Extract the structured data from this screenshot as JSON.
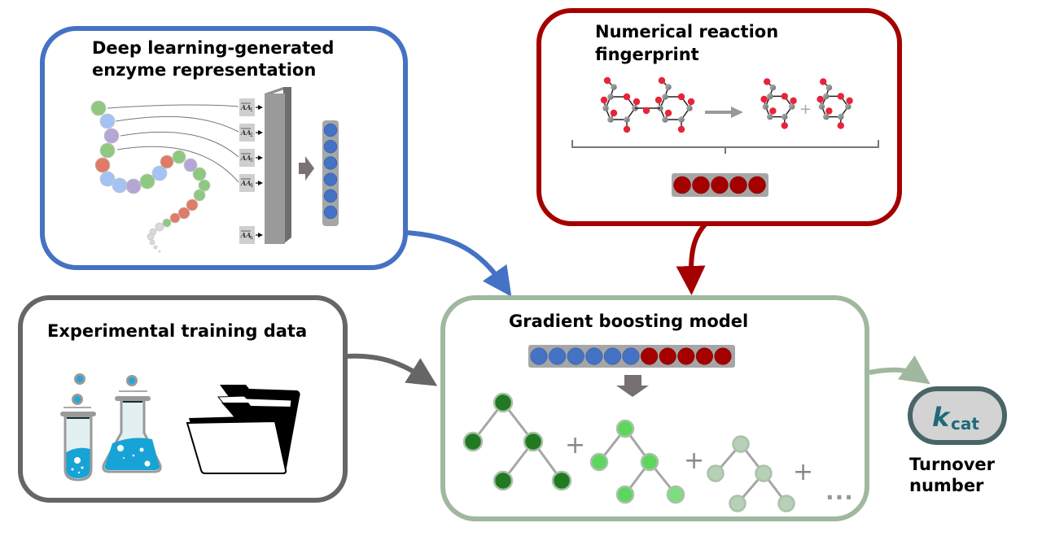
{
  "panels": {
    "enzyme": {
      "title_line1": "Deep learning-generated",
      "title_line2": "enzyme representation",
      "border_color": "#4472c4",
      "aa_labels": [
        {
          "base": "AA",
          "sub": "1"
        },
        {
          "base": "AA",
          "sub": "2"
        },
        {
          "base": "AA",
          "sub": "3"
        },
        {
          "base": "AA",
          "sub": "4"
        },
        {
          "base": "AA",
          "sub": "n"
        }
      ],
      "output_vector_size": 6
    },
    "reaction": {
      "title_line1": "Numerical reaction",
      "title_line2": "fingerprint",
      "border_color": "#a50000",
      "plus_sign": "+",
      "output_vector_size": 5
    },
    "training": {
      "title": "Experimental training data",
      "border_color": "#666666"
    },
    "model": {
      "title": "Gradient boosting model",
      "border_color": "#9fb89f",
      "enzyme_features": 6,
      "reaction_features": 5,
      "plus_sign": "+",
      "ellipsis": "..."
    },
    "output": {
      "k_symbol": "k",
      "k_subscript": "cat",
      "label_line1": "Turnover",
      "label_line2": "number"
    }
  },
  "colors": {
    "enzyme_blue": "#4472c4",
    "reaction_red": "#a50000",
    "training_gray": "#666666",
    "model_green": "#9fb89f",
    "tree1": "#217a21",
    "tree2": "#5cd65c",
    "tree3": "#b8cfb8",
    "kcat_teal": "#1f6a7a"
  }
}
